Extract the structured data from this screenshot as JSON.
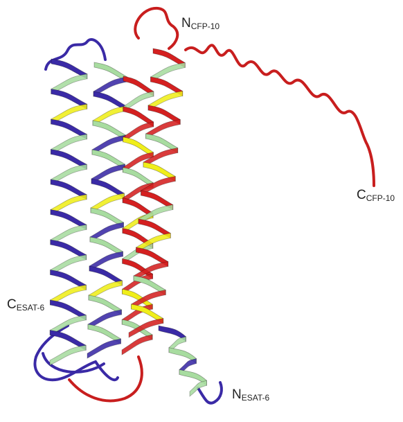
{
  "figure": {
    "colors": {
      "cfp10": "#d42020",
      "esat6": "#3a2aa6",
      "contact_yellow": "#f0ee1a",
      "contact_green": "#a8dca0",
      "loop_blue": "#3a2aa6",
      "loop_red": "#c81e1e"
    },
    "labels": {
      "n_cfp10": {
        "main": "N",
        "sub": "CFP-10"
      },
      "c_cfp10": {
        "main": "C",
        "sub": "CFP-10"
      },
      "c_esat6": {
        "main": "C",
        "sub": "ESAT-6"
      },
      "n_esat6": {
        "main": "N",
        "sub": "ESAT-6"
      }
    }
  }
}
